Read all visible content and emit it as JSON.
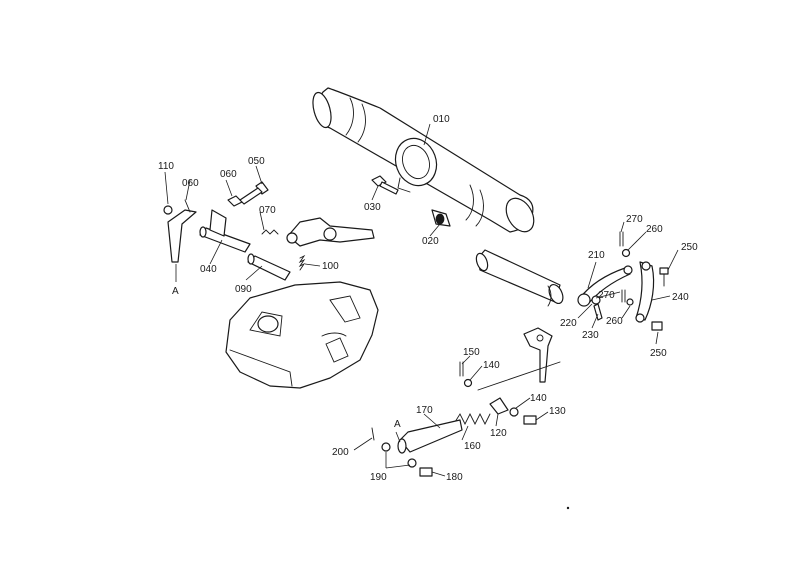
{
  "callouts": {
    "p010": "010",
    "p020": "020",
    "p030": "030",
    "p040": "040",
    "p050": "050",
    "p060a": "060",
    "p060b": "060",
    "p070": "070",
    "p090": "090",
    "p100": "100",
    "p110": "110",
    "p120": "120",
    "p130": "130",
    "p140a": "140",
    "p140b": "140",
    "p150": "150",
    "p160": "160",
    "p170": "170",
    "p180": "180",
    "p190": "190",
    "p200": "200",
    "p210": "210",
    "p220": "220",
    "p230": "230",
    "p240": "240",
    "p250a": "250",
    "p250b": "250",
    "p260a": "260",
    "p260b": "260",
    "p270a": "270",
    "p270b": "270",
    "refA1": "A",
    "refA2": "A"
  }
}
